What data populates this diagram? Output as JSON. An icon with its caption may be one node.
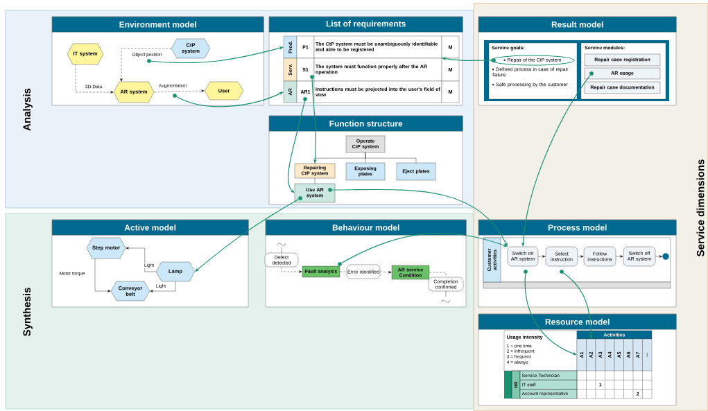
{
  "diagram": {
    "nodes": [
      {
        "text": [
          "Analysis"
        ]
      },
      {
        "text": [
          "Synthesis"
        ]
      },
      {
        "text": [
          "Service dimensions"
        ]
      },
      {
        "text": [
          "Environment model"
        ],
        "in": 0
      },
      {
        "text": [
          "IT system"
        ],
        "in": 3
      },
      {
        "text": [
          "CtP system"
        ],
        "in": 3
      },
      {
        "text": [
          "AR system"
        ],
        "in": 3
      },
      {
        "text": [
          "User"
        ],
        "in": 3
      },
      {
        "text": [
          "List of requirements"
        ],
        "in": 0
      },
      {
        "text": [
          "Prod."
        ],
        "in": 8
      },
      {
        "text": [
          "P1"
        ],
        "in": 8
      },
      {
        "text": [
          "The CtP system must be unambiguously identifiable and able to be registered"
        ],
        "in": 8
      },
      {
        "text": [
          "M"
        ],
        "in": 8
      },
      {
        "text": [
          "Serv."
        ],
        "in": 8
      },
      {
        "text": [
          "S1"
        ],
        "in": 8
      },
      {
        "text": [
          "The system must function properly after the AR operation"
        ],
        "in": 8
      },
      {
        "text": [
          "M"
        ],
        "in": 8
      },
      {
        "text": [
          "AR"
        ],
        "in": 8
      },
      {
        "text": [
          "AR1"
        ],
        "in": 8
      },
      {
        "text": [
          "Instructions must be projected into the user's field of view"
        ],
        "in": 8
      },
      {
        "text": [
          "M"
        ],
        "in": 8
      },
      {
        "text": [
          "Result model"
        ],
        "in": 2
      },
      {
        "text": [
          "Service goals:",
          "Defined process in case of repair failure",
          "Safe processing by the customer"
        ],
        "in": 21
      },
      {
        "text": [
          "Repair of the CtP system"
        ],
        "in": 22
      },
      {
        "text": [
          "Service modules:"
        ],
        "in": 21
      },
      {
        "text": [
          "Repair case registration"
        ],
        "in": 24
      },
      {
        "text": [
          "AR usage"
        ],
        "in": 24
      },
      {
        "text": [
          "Repair case documentation"
        ],
        "in": 24
      },
      {
        "text": [
          "Function structure"
        ],
        "in": 0
      },
      {
        "text": [
          "Operate CtP system"
        ],
        "in": 28
      },
      {
        "text": [
          "Repairing CtP system"
        ],
        "in": 28
      },
      {
        "text": [
          "Exposing plates"
        ],
        "in": 28
      },
      {
        "text": [
          "Eject plates"
        ],
        "in": 28
      },
      {
        "text": [
          "Use AR system"
        ],
        "in": 28
      },
      {
        "text": [
          "Active model"
        ],
        "in": 1
      },
      {
        "text": [
          "Step motor"
        ],
        "in": 34
      },
      {
        "text": [
          "Lamp"
        ],
        "in": 34
      },
      {
        "text": [
          "Conveyor belt"
        ],
        "in": 34
      },
      {
        "text": [
          "Behaviour model"
        ],
        "in": 1
      },
      {
        "text": [
          "Defect detected"
        ],
        "in": 38
      },
      {
        "text": [
          "Fault analysis"
        ],
        "in": 38
      },
      {
        "text": [
          "Error identified"
        ],
        "in": 38
      },
      {
        "text": [
          "AR service Condition"
        ],
        "in": 38
      },
      {
        "text": [
          "Completion confirmed"
        ],
        "in": 38
      },
      {
        "text": [
          "Process model"
        ],
        "in": 2
      },
      {
        "text": [
          "Customer activities"
        ],
        "in": 44
      },
      {
        "text": [
          "Switch on AR system"
        ],
        "in": 45
      },
      {
        "text": [
          "Select instruction"
        ],
        "in": 45
      },
      {
        "text": [
          "Follow instructions"
        ],
        "in": 45
      },
      {
        "text": [
          "Switch off AR system"
        ],
        "in": 45
      },
      {
        "text": [],
        "shape": "circle",
        "in": 45
      },
      {
        "text": [
          "Resource model"
        ],
        "in": 2
      },
      {
        "text": [
          "Activities"
        ],
        "in": 51
      },
      {
        "text": [
          "A1"
        ],
        "in": 51
      },
      {
        "text": [
          "A2"
        ],
        "in": 51
      },
      {
        "text": [
          "A3"
        ],
        "in": 51
      },
      {
        "text": [
          "A4"
        ],
        "in": 51
      },
      {
        "text": [
          "A5"
        ],
        "in": 51
      },
      {
        "text": [
          "A6"
        ],
        "in": 51
      },
      {
        "text": [
          "A7"
        ],
        "in": 51
      },
      {
        "text": [
          "..."
        ],
        "in": 51
      },
      {
        "text": [],
        "shape": "circle",
        "in": 3
      },
      {
        "text": [],
        "shape": "circle",
        "in": 23
      },
      {
        "text": [],
        "shape": "circle",
        "in": 26
      },
      {
        "text": [],
        "shape": "circle",
        "in": 14
      },
      {
        "text": [],
        "shape": "circle",
        "in": 3
      },
      {
        "text": [],
        "shape": "circle",
        "in": 18
      },
      {
        "text": [],
        "shape": "circle",
        "in": 33
      },
      {
        "text": [],
        "shape": "circle",
        "in": 33
      },
      {
        "text": [],
        "shape": "circle",
        "in": 38
      },
      {
        "text": [],
        "shape": "circle",
        "in": 45
      },
      {
        "text": [],
        "shape": "circle",
        "in": 45
      }
    ],
    "edges": [
      {
        "from": 4,
        "to": 6,
        "arrow": "to",
        "label": "3D-Data",
        "style": "dashed"
      },
      {
        "from": 5,
        "to": 6,
        "arrow": "to",
        "label": "Object position",
        "style": "dashed"
      },
      {
        "from": 6,
        "to": 7,
        "arrow": "to",
        "label": "Augmentation",
        "style": "dashed"
      },
      {
        "from": 29,
        "to": 30,
        "arrow": "none"
      },
      {
        "from": 29,
        "to": 31,
        "arrow": "none"
      },
      {
        "from": 29,
        "to": 32,
        "arrow": "none"
      },
      {
        "from": 30,
        "to": 33,
        "arrow": "none"
      },
      {
        "from": 36,
        "to": 35,
        "arrow": "to",
        "label": "Light"
      },
      {
        "from": 36,
        "to": 37,
        "arrow": "to",
        "label": "Light"
      },
      {
        "from": 35,
        "to": 37,
        "arrow": "to",
        "label": "Motor torque"
      },
      {
        "from": 39,
        "to": 40,
        "arrow": "to",
        "style": "dashed"
      },
      {
        "from": 40,
        "to": 41,
        "arrow": "none",
        "style": "dashed"
      },
      {
        "from": 41,
        "to": 42,
        "arrow": "to",
        "style": "dashed"
      },
      {
        "from": 42,
        "to": 43,
        "arrow": "none",
        "style": "dashed"
      },
      {
        "from": 46,
        "to": 47,
        "arrow": "to"
      },
      {
        "from": 47,
        "to": 48,
        "arrow": "to"
      },
      {
        "from": 48,
        "to": 49,
        "arrow": "to"
      },
      {
        "from": 49,
        "to": 50,
        "arrow": "to"
      },
      {
        "from": 61,
        "to": 9,
        "arrow": "to",
        "color": "#1a9070"
      },
      {
        "from": 65,
        "to": 17,
        "arrow": "to",
        "color": "#1a9070"
      },
      {
        "from": 64,
        "to": 30,
        "arrow": "to",
        "color": "#1a9070"
      },
      {
        "from": 66,
        "to": 33,
        "arrow": "to",
        "color": "#1a9070"
      },
      {
        "from": 62,
        "to": 15,
        "arrow": "to",
        "color": "#1a9070"
      },
      {
        "from": 63,
        "to": 46,
        "arrow": "to",
        "color": "#1a9070"
      },
      {
        "from": 67,
        "to": 46,
        "arrow": "to",
        "color": "#1a9070"
      },
      {
        "from": 68,
        "to": 36,
        "arrow": "to",
        "color": "#1a9070"
      },
      {
        "from": 69,
        "to": 46,
        "arrow": "to",
        "color": "#1a9070"
      },
      {
        "from": 70,
        "to": 53,
        "arrow": "to",
        "color": "#1a9070"
      },
      {
        "from": 71,
        "to": 54,
        "arrow": "to",
        "color": "#1a9070"
      }
    ],
    "labels": [
      "Usage intensity",
      "1 = one time",
      "2 = infrequent",
      "3 = frequent",
      "4 = always",
      "HR",
      "Service Technician",
      "IT staff",
      "Account representative",
      "1",
      "2"
    ]
  }
}
